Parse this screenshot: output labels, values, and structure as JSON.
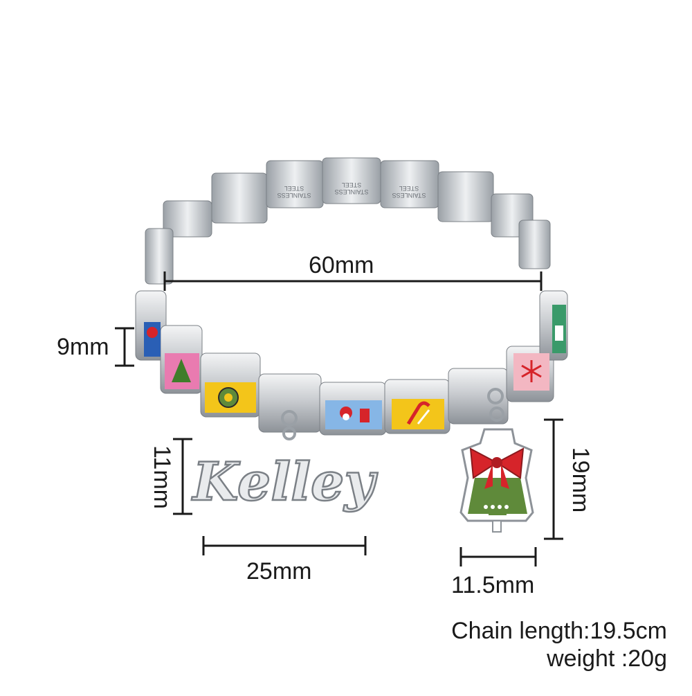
{
  "dimensions": {
    "diameter": "60mm",
    "link_height": "9mm",
    "name_charm_height": "11mm",
    "name_charm_width": "25mm",
    "bell_charm_height": "19mm",
    "bell_charm_width": "11.5mm"
  },
  "engraving": {
    "line1": "STAINLESS",
    "line2": "STEEL"
  },
  "charm_name": "Kelley",
  "specs": {
    "chain_length": "Chain length:19.5cm",
    "weight": "weight :20g"
  },
  "colors": {
    "steel": "#c9ccd0",
    "steel_dark": "#8d9298",
    "line": "#1a1a1a",
    "bell_red": "#d6242a",
    "bell_green": "#5f8a3a"
  },
  "link_icons": [
    "ornament-icon",
    "tree-icon",
    "wreath-icon",
    "santa-icon",
    "candy-cane-icon",
    "snowflake-icon",
    "stocking-icon"
  ]
}
